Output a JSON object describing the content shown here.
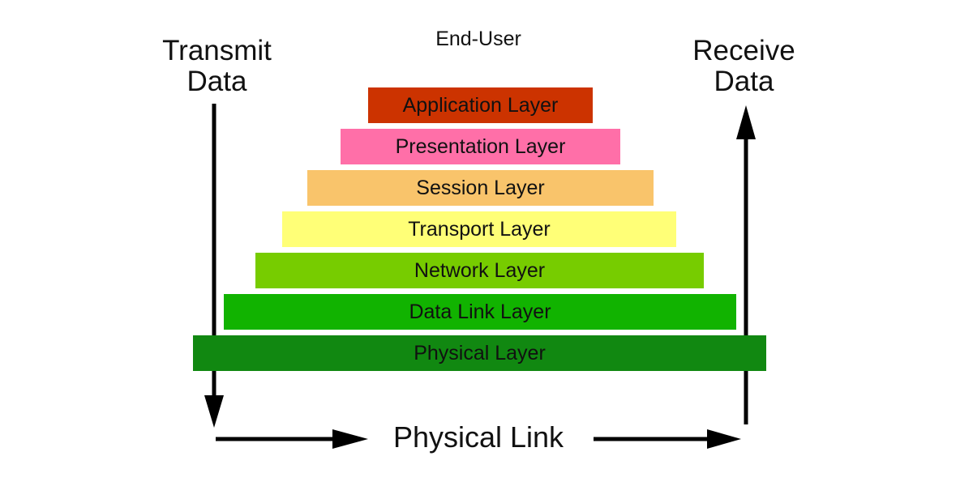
{
  "labels": {
    "transmit_line1": "Transmit",
    "transmit_line2": "Data",
    "receive_line1": "Receive",
    "receive_line2": "Data",
    "end_user": "End-User",
    "physical_link": "Physical Link"
  },
  "layers": [
    {
      "label": "Application Layer",
      "color": "#cc3300"
    },
    {
      "label": "Presentation Layer",
      "color": "#ff6fa8"
    },
    {
      "label": "Session Layer",
      "color": "#f9c46b"
    },
    {
      "label": "Transport Layer",
      "color": "#ffff77"
    },
    {
      "label": "Network Layer",
      "color": "#77cc00"
    },
    {
      "label": "Data Link Layer",
      "color": "#11b300"
    },
    {
      "label": "Physical Layer",
      "color": "#118811"
    }
  ],
  "colors": {
    "arrow": "#000000",
    "text": "#111111"
  }
}
